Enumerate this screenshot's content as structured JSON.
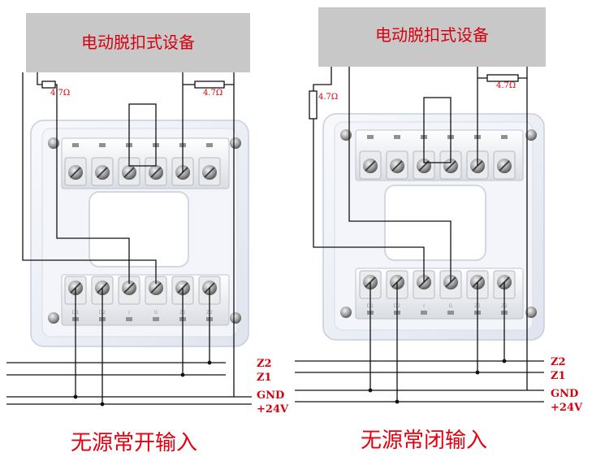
{
  "left_diagram": {
    "device_label": "电动脱扣式设备",
    "resistor_left": "4.7Ω",
    "resistor_right": "4.7Ω",
    "caption": "无源常开输入",
    "terminals_bottom": [
      "D1",
      "D2",
      "I",
      "G",
      "Z1",
      "Z2"
    ]
  },
  "right_diagram": {
    "device_label": "电动脱扣式设备",
    "resistor_left": "4.7Ω",
    "resistor_right": "4.7Ω",
    "caption": "无源常闭输入",
    "terminals_bottom": [
      "D1",
      "D2",
      "I",
      "G",
      "Z1",
      "Z2"
    ]
  },
  "bus_labels": [
    "Z2",
    "Z1",
    "GND",
    "+24V"
  ],
  "colors": {
    "label_red": "#d8000f",
    "device_box": "#c8c8c8",
    "module_body": "#eef1f8",
    "wire": "#111111"
  }
}
